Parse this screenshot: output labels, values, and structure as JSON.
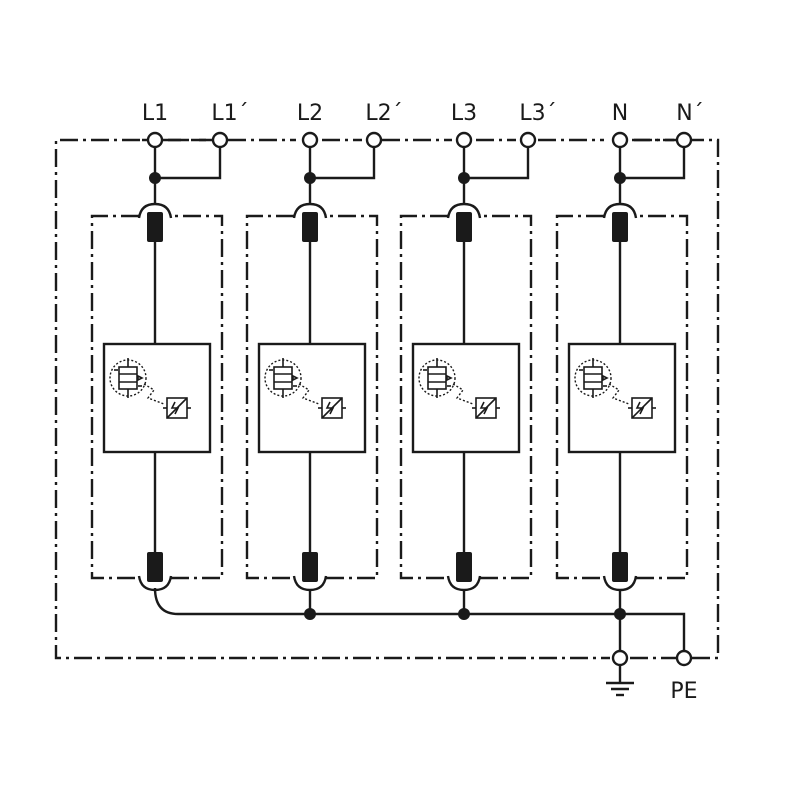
{
  "terminals_top": [
    "L1",
    "L1´",
    "L2",
    "L2´",
    "L3",
    "L3´",
    "N",
    "N´"
  ],
  "terminals_bottom": {
    "ground": "ground-symbol",
    "pe": "PE"
  },
  "modules": [
    {
      "id": "L1",
      "icon": "surge-arrester-module-icon"
    },
    {
      "id": "L2",
      "icon": "surge-arrester-module-icon"
    },
    {
      "id": "L3",
      "icon": "surge-arrester-module-icon"
    },
    {
      "id": "N",
      "icon": "surge-arrester-module-icon"
    }
  ],
  "colors": {
    "line": "#1a1a1a",
    "background": "#ffffff"
  }
}
